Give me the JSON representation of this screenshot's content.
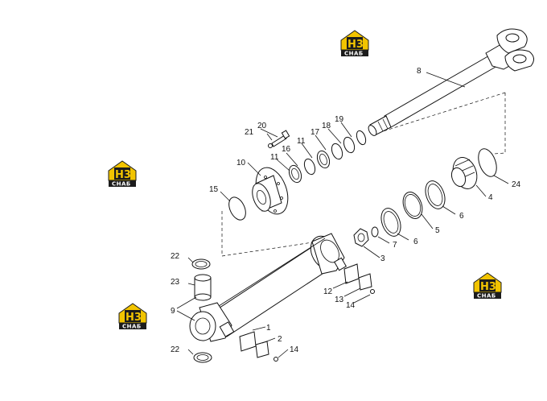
{
  "logo": {
    "glyph": "H3",
    "caption": "CHAБ",
    "colors": {
      "accent": "#f2c400",
      "dark": "#1c1c1c"
    }
  },
  "callouts": {
    "c1": "1",
    "c2": "2",
    "c3": "3",
    "c4": "4",
    "c5": "5",
    "c6a": "6",
    "c6b": "6",
    "c7": "7",
    "c8": "8",
    "c9": "9",
    "c10": "10",
    "c11a": "11",
    "c11b": "11",
    "c12": "12",
    "c13": "13",
    "c14a": "14",
    "c14b": "14",
    "c15": "15",
    "c16": "16",
    "c17": "17",
    "c18": "18",
    "c19": "19",
    "c20": "20",
    "c21": "21",
    "c22a": "22",
    "c22b": "22",
    "c23": "23",
    "c24": "24"
  }
}
